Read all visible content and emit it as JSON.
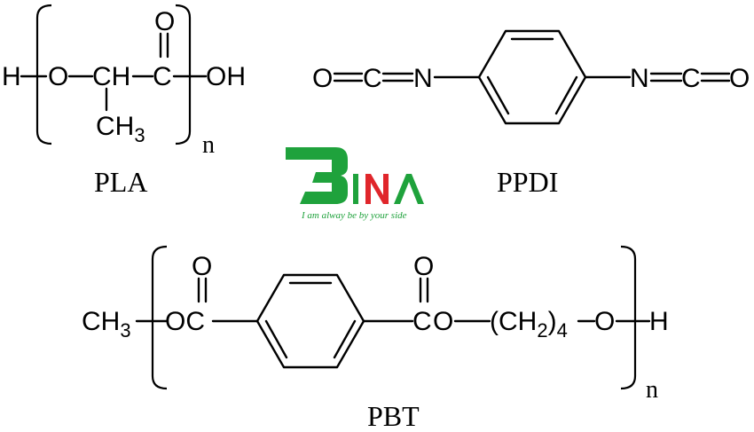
{
  "pla": {
    "name": "PLA",
    "h": "H",
    "o": "O",
    "ch": "CH",
    "c": "C",
    "carbonyl_o": "O",
    "oh": "OH",
    "ch3_base": "CH",
    "ch3_sub": "3",
    "n": "n"
  },
  "ppdi": {
    "name": "PPDI",
    "left_o": "O",
    "left_c": "C",
    "left_n": "N",
    "right_n": "N",
    "right_c": "C",
    "right_o": "O"
  },
  "pbt": {
    "name": "PBT",
    "ch3_base": "CH",
    "ch3_sub": "3",
    "oc": "OC",
    "carbonyl_o_left": "O",
    "carbonyl_o_right": "O",
    "c_right": "C",
    "o_link": "O",
    "ch2_group": "(CH",
    "ch2_sub": "2",
    "ch2_close": ")",
    "repeat_sub": "4",
    "o_end": "O",
    "h_end": "H",
    "n": "n"
  },
  "logo": {
    "tagline": "I am alway be by your side",
    "brand_colors": {
      "green": "#1fa23c",
      "red": "#e0262b"
    }
  }
}
